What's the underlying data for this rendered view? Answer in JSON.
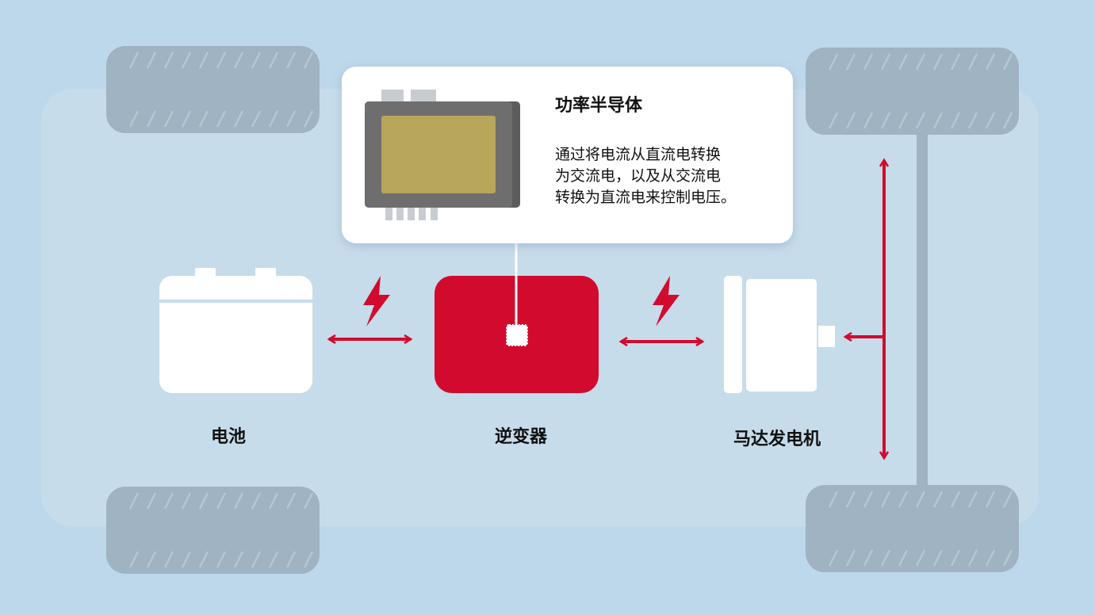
{
  "callout": {
    "title": "功率半导体",
    "lines": [
      "通过将电流从直流电转换",
      "为交流电，以及从交流电",
      "转换为直流电来控制电压。"
    ]
  },
  "labels": {
    "battery": "电池",
    "inverter": "逆变器",
    "motor": "马达发电机"
  },
  "colors": {
    "background": "#bcd8ea",
    "car_body": "#c7dcea",
    "tire": "#9fb3c2",
    "accent_red": "#d20a2e",
    "chip_die": "#b8a65a",
    "chip_package": "#6b6b6b"
  }
}
